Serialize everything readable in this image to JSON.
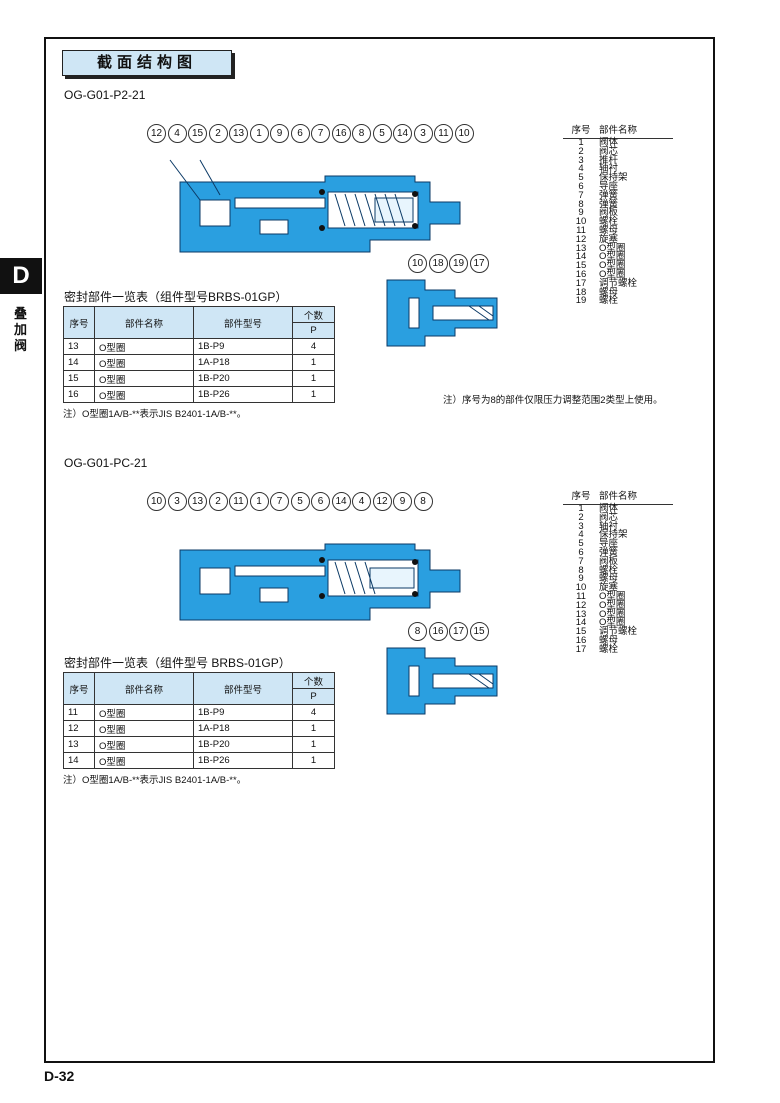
{
  "section_title": "截面结构图",
  "side": {
    "letter": "D",
    "text": "叠加阀"
  },
  "page_number": "D-32",
  "block1": {
    "model": "OG-G01-P2-21",
    "callouts_top": [
      "12",
      "4",
      "15",
      "2",
      "13",
      "1",
      "9",
      "6",
      "7",
      "16",
      "8",
      "5",
      "14",
      "3",
      "11",
      "10"
    ],
    "callouts_detail": [
      "10",
      "18",
      "19",
      "17"
    ],
    "parts_header": {
      "no": "序号",
      "name": "部件名称"
    },
    "parts": [
      [
        "1",
        "阀体"
      ],
      [
        "2",
        "阀芯"
      ],
      [
        "3",
        "推杆"
      ],
      [
        "4",
        "轴衬"
      ],
      [
        "5",
        "保持架"
      ],
      [
        "6",
        "导座"
      ],
      [
        "7",
        "弹簧"
      ],
      [
        "8",
        "弹簧"
      ],
      [
        "9",
        "阀板"
      ],
      [
        "10",
        "螺栓"
      ],
      [
        "11",
        "螺母"
      ],
      [
        "12",
        "旋塞"
      ],
      [
        "13",
        "O型圈"
      ],
      [
        "14",
        "O型圈"
      ],
      [
        "15",
        "O型圈"
      ],
      [
        "16",
        "O型圈"
      ],
      [
        "17",
        "调节螺栓"
      ],
      [
        "18",
        "螺母"
      ],
      [
        "19",
        "螺栓"
      ]
    ],
    "seal_title": "密封部件一览表（组件型号BRBS-01GP）",
    "seal_header": {
      "no": "序号",
      "name": "部件名称",
      "model": "部件型号",
      "qty": "个数",
      "qty_unit": "P"
    },
    "seal_rows": [
      [
        "13",
        "O型圈",
        "1B-P9",
        "4"
      ],
      [
        "14",
        "O型圈",
        "1A-P18",
        "1"
      ],
      [
        "15",
        "O型圈",
        "1B-P20",
        "1"
      ],
      [
        "16",
        "O型圈",
        "1B-P26",
        "1"
      ]
    ],
    "seal_note": "注）O型圈1A/B-**表示JIS B2401-1A/B-**。",
    "extra_note": "注）序号为8的部件仅限压力调整范围2类型上使用。"
  },
  "block2": {
    "model": "OG-G01-PC-21",
    "callouts_top": [
      "10",
      "3",
      "13",
      "2",
      "11",
      "1",
      "7",
      "5",
      "6",
      "14",
      "4",
      "12",
      "9",
      "8"
    ],
    "callouts_detail": [
      "8",
      "16",
      "17",
      "15"
    ],
    "parts_header": {
      "no": "序号",
      "name": "部件名称"
    },
    "parts": [
      [
        "1",
        "阀体"
      ],
      [
        "2",
        "阀芯"
      ],
      [
        "3",
        "轴衬"
      ],
      [
        "4",
        "保持架"
      ],
      [
        "5",
        "导座"
      ],
      [
        "6",
        "弹簧"
      ],
      [
        "7",
        "阀板"
      ],
      [
        "8",
        "螺栓"
      ],
      [
        "9",
        "螺母"
      ],
      [
        "10",
        "旋塞"
      ],
      [
        "11",
        "O型圈"
      ],
      [
        "12",
        "O型圈"
      ],
      [
        "13",
        "O型圈"
      ],
      [
        "14",
        "O型圈"
      ],
      [
        "15",
        "调节螺栓"
      ],
      [
        "16",
        "螺母"
      ],
      [
        "17",
        "螺栓"
      ]
    ],
    "seal_title": "密封部件一览表（组件型号 BRBS-01GP）",
    "seal_header": {
      "no": "序号",
      "name": "部件名称",
      "model": "部件型号",
      "qty": "个数",
      "qty_unit": "P"
    },
    "seal_rows": [
      [
        "11",
        "O型圈",
        "1B-P9",
        "4"
      ],
      [
        "12",
        "O型圈",
        "1A-P18",
        "1"
      ],
      [
        "13",
        "O型圈",
        "1B-P20",
        "1"
      ],
      [
        "14",
        "O型圈",
        "1B-P26",
        "1"
      ]
    ],
    "seal_note": "注）O型圈1A/B-**表示JIS B2401-1A/B-**。"
  }
}
